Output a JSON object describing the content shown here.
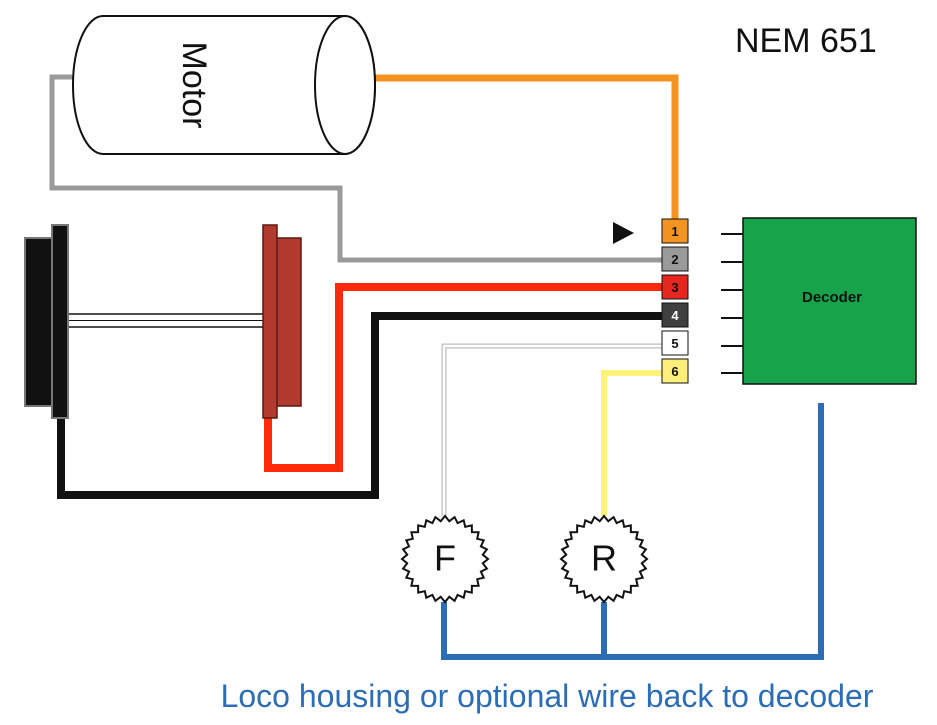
{
  "title": "NEM 651",
  "motor_label": "Motor",
  "decoder_label": "Decoder",
  "pins": [
    {
      "label": "1",
      "color": "#F39322"
    },
    {
      "label": "2",
      "color": "#9A9A9A"
    },
    {
      "label": "3",
      "color": "#E6261F"
    },
    {
      "label": "4",
      "color": "#404040"
    },
    {
      "label": "5",
      "color": "#FFFFFF"
    },
    {
      "label": "6",
      "color": "#FFEF7A"
    }
  ],
  "lamps": {
    "front": "F",
    "rear": "R"
  },
  "caption": "Loco housing or optional wire back to decoder",
  "colors": {
    "orange": "#F39322",
    "grey": "#9A9A9A",
    "red": "#FF2A0A",
    "black": "#111111",
    "white_wire": "#BDBDBD",
    "yellow": "#FFF27A",
    "blue": "#2C6DB5",
    "decoder_green": "#16A34A",
    "wheel_red": "#B03A2E",
    "caption": "#2C6DB5"
  }
}
